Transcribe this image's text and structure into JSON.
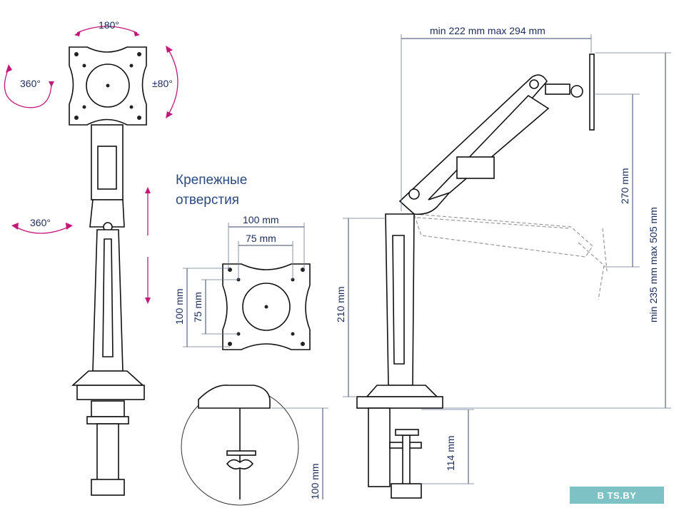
{
  "heading": {
    "line1": "Крепежные",
    "line2": "отверстия"
  },
  "rotations": {
    "top": "180°",
    "left": "360°",
    "tilt": "±80°",
    "pole": "360°"
  },
  "dimensions": {
    "h_outer": "100 mm",
    "h_inner": "75 mm",
    "v_outer": "100 mm",
    "v_inner": "75 mm",
    "clamp_thickness": "100 mm",
    "base_height": "210 mm",
    "clamp_gap": "114 mm",
    "reach": "min 222 mm max 294 mm",
    "vertical_travel": "270 mm",
    "total_height": "min 235 mm max 505 mm"
  },
  "watermark": "B TS.BY",
  "colors": {
    "accent": "#c2187a",
    "dim_text": "#1a2a5a",
    "heading": "#2c4a80",
    "watermark_bg": "#7fc2c6"
  }
}
